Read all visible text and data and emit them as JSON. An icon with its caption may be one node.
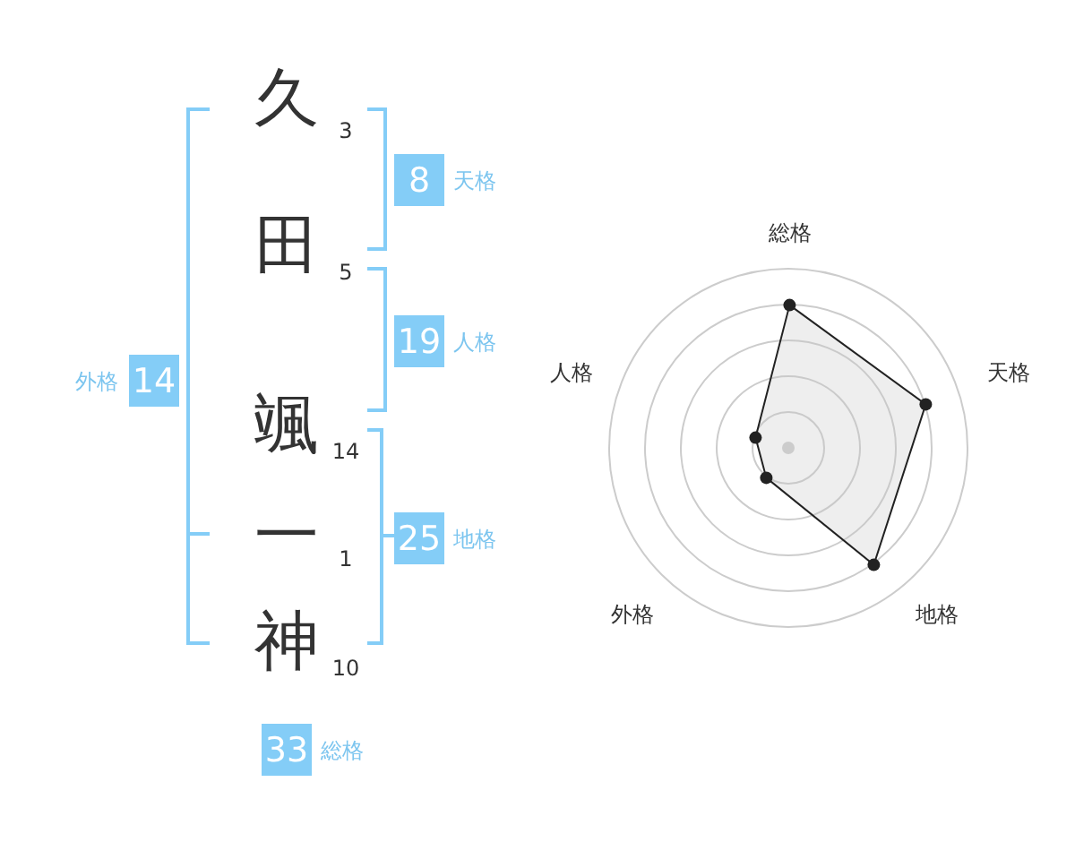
{
  "diagram": {
    "nodes": [
      {
        "text": [
          "8"
        ],
        "beside": [
          "天格"
        ]
      },
      {
        "text": [
          "19"
        ],
        "beside": [
          "人格"
        ]
      },
      {
        "text": [
          "14"
        ],
        "beside": [
          "外格"
        ]
      },
      {
        "text": [
          "25"
        ],
        "beside": [
          "地格"
        ]
      },
      {
        "text": [
          "33"
        ],
        "beside": [
          "総格"
        ]
      }
    ],
    "labels": [
      "久",
      "3",
      "田",
      "5",
      "颯",
      "14",
      "一",
      "1",
      "神",
      "10",
      "総格",
      "人格",
      "天格",
      "外格",
      "地格"
    ]
  }
}
